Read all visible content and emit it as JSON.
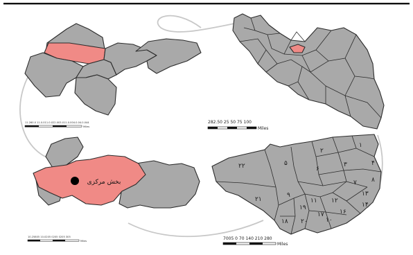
{
  "map": {
    "center_label": "بخش مرکزی",
    "scale_bars": {
      "iran": {
        "ticks": "282.50  25  50  75  100",
        "unit": "Miles"
      },
      "province": {
        "ticks": "11.260.0 11.0.011.0.022.003.011.0.004.0.04.0.044",
        "unit": "Miles"
      },
      "county": {
        "ticks": "10.25805 10.0205 0205 0205 305",
        "unit": "Miles"
      },
      "city": {
        "ticks": "7005 0   70  140  210  280",
        "unit": "Miles"
      }
    },
    "district_numbers": [
      "۱",
      "۲",
      "۳",
      "۴",
      "۵",
      "۶",
      "۷",
      "۸",
      "۹",
      "۱۰",
      "۱۱",
      "۱۲",
      "۱۳",
      "۱۴",
      "۱۶",
      "۱۷",
      "۱۸",
      "۱۹",
      "۲۰",
      "۲۱",
      "۲۲"
    ],
    "colors": {
      "region": "#a9a9a9",
      "highlight": "#f08a86",
      "border": "#2b2b2b",
      "connector": "#c8c8c8"
    }
  }
}
